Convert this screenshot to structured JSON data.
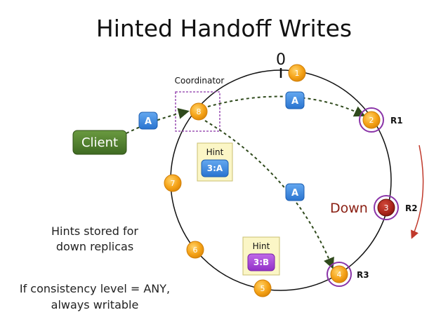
{
  "title": "Hinted Handoff Writes",
  "ring": {
    "zero_label": "0",
    "coordinator_label": "Coordinator",
    "nodes": [
      "1",
      "2",
      "3",
      "4",
      "5",
      "6",
      "7",
      "8"
    ],
    "replica_labels": {
      "r1": "R1",
      "r2": "R2",
      "r3": "R3"
    }
  },
  "client_label": "Client",
  "write_badge": "A",
  "hints": [
    {
      "title": "Hint",
      "value": "3:A"
    },
    {
      "title": "Hint",
      "value": "3:B"
    }
  ],
  "down_label": "Down",
  "notes": {
    "hints_line1": "Hints stored for",
    "hints_line2": "down replicas",
    "consistency_line1": "If consistency level = ANY,",
    "consistency_line2": "always writable"
  },
  "colors": {
    "node_fill": "#f5a318",
    "node_stroke": "#d07f08",
    "down_node": "#a8241a",
    "replica_ring": "#8a34a8",
    "coordinator_box": "#8a34a8",
    "client_fill": "#4e7a2c",
    "badge_fill": "#3a86e0",
    "hint_a_fill": "#3a86e0",
    "hint_b_fill": "#a43ed8",
    "hint_box_bg": "#fbf6c6",
    "arrow": "#2f4a1c",
    "down_arrow": "#c0392b"
  }
}
